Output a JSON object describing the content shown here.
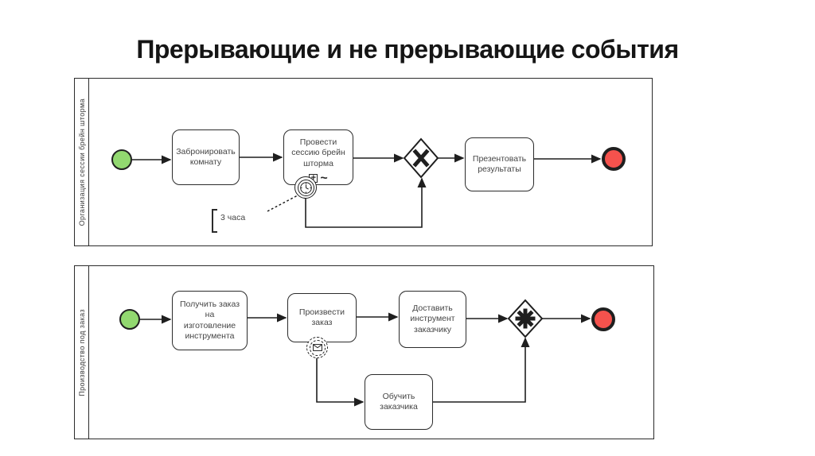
{
  "title": "Прерывающие и не прерывающие события",
  "colors": {
    "start_fill": "#92d870",
    "end_fill": "#f5524d",
    "stroke": "#1f1f1f"
  },
  "pools": [
    {
      "label": "Организация сессии брейн шторма",
      "annotation": "3 часа",
      "markers": {
        "subprocess": "+",
        "adhoc": "~"
      },
      "tasks": [
        {
          "label": "Забронировать\nкомнату"
        },
        {
          "label": "Провести\nсессию брейн\nшторма"
        },
        {
          "label": "Презентовать\nрезультаты"
        }
      ]
    },
    {
      "label": "Производство под заказ",
      "tasks": [
        {
          "label": "Получить заказ\nна\nизготовление\nинструмента"
        },
        {
          "label": "Произвести\nзаказ"
        },
        {
          "label": "Доставить\nинструмент\nзаказчику"
        },
        {
          "label": "Обучить\nзаказчика"
        }
      ]
    }
  ]
}
